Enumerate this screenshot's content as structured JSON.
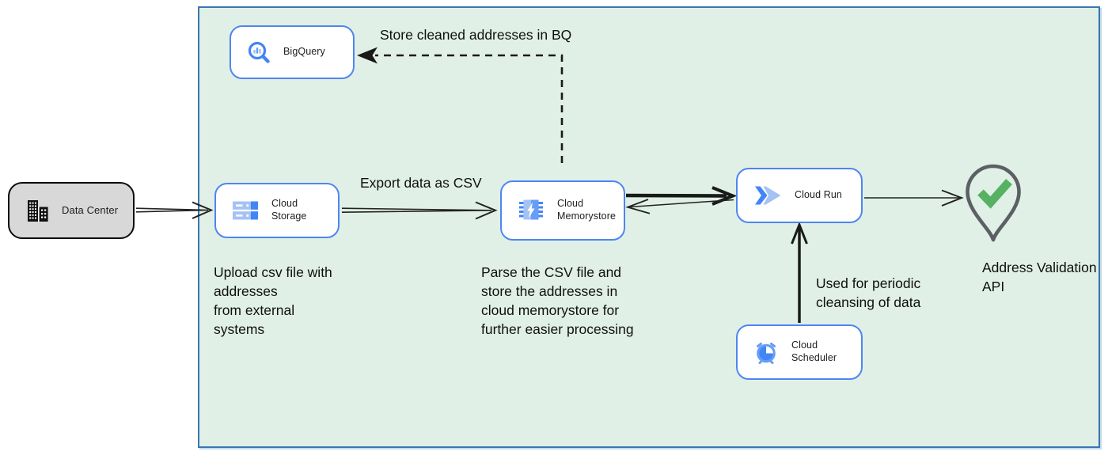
{
  "nodes": {
    "data_center": {
      "label": "Data Center"
    },
    "bigquery": {
      "label": "BigQuery"
    },
    "cloud_storage": {
      "label": "Cloud Storage"
    },
    "cloud_memorystore": {
      "label": "Cloud Memorystore"
    },
    "cloud_run": {
      "label": "Cloud Run"
    },
    "cloud_scheduler": {
      "label": "Cloud Scheduler"
    },
    "address_validation_api": {
      "label": "Address Validation\nAPI"
    }
  },
  "edge_labels": {
    "store_bq": "Store cleaned addresses in BQ",
    "export_csv": "Export data as CSV",
    "periodic": "Used for periodic\ncleansing of data"
  },
  "notes": {
    "upload": "Upload csv file with\naddresses\nfrom external\nsystems",
    "parse": "Parse the CSV file and\nstore the addresses in\ncloud  memorystore for\nfurther easier processing"
  },
  "icons": {
    "data_center": "building-icon",
    "bigquery": "bigquery-magnifier-icon",
    "cloud_storage": "storage-buckets-icon",
    "cloud_memorystore": "memorystore-chip-icon",
    "cloud_run": "cloud-run-chevrons-icon",
    "cloud_scheduler": "scheduler-alarm-clock-icon",
    "address_validation_api": "map-pin-check-icon"
  },
  "colors": {
    "container_fill": "#e0f0e6",
    "container_border": "#3a76b0",
    "node_border_blue": "#4e86f0",
    "gcp_blue_dark": "#4285f4",
    "gcp_blue_mid": "#669df6",
    "gcp_blue_light": "#a4c2f4",
    "check_green": "#57b163",
    "pin_outline": "#5b6064",
    "data_center_fill": "#d8d8d8",
    "arrow_color": "#1a1a1a"
  }
}
